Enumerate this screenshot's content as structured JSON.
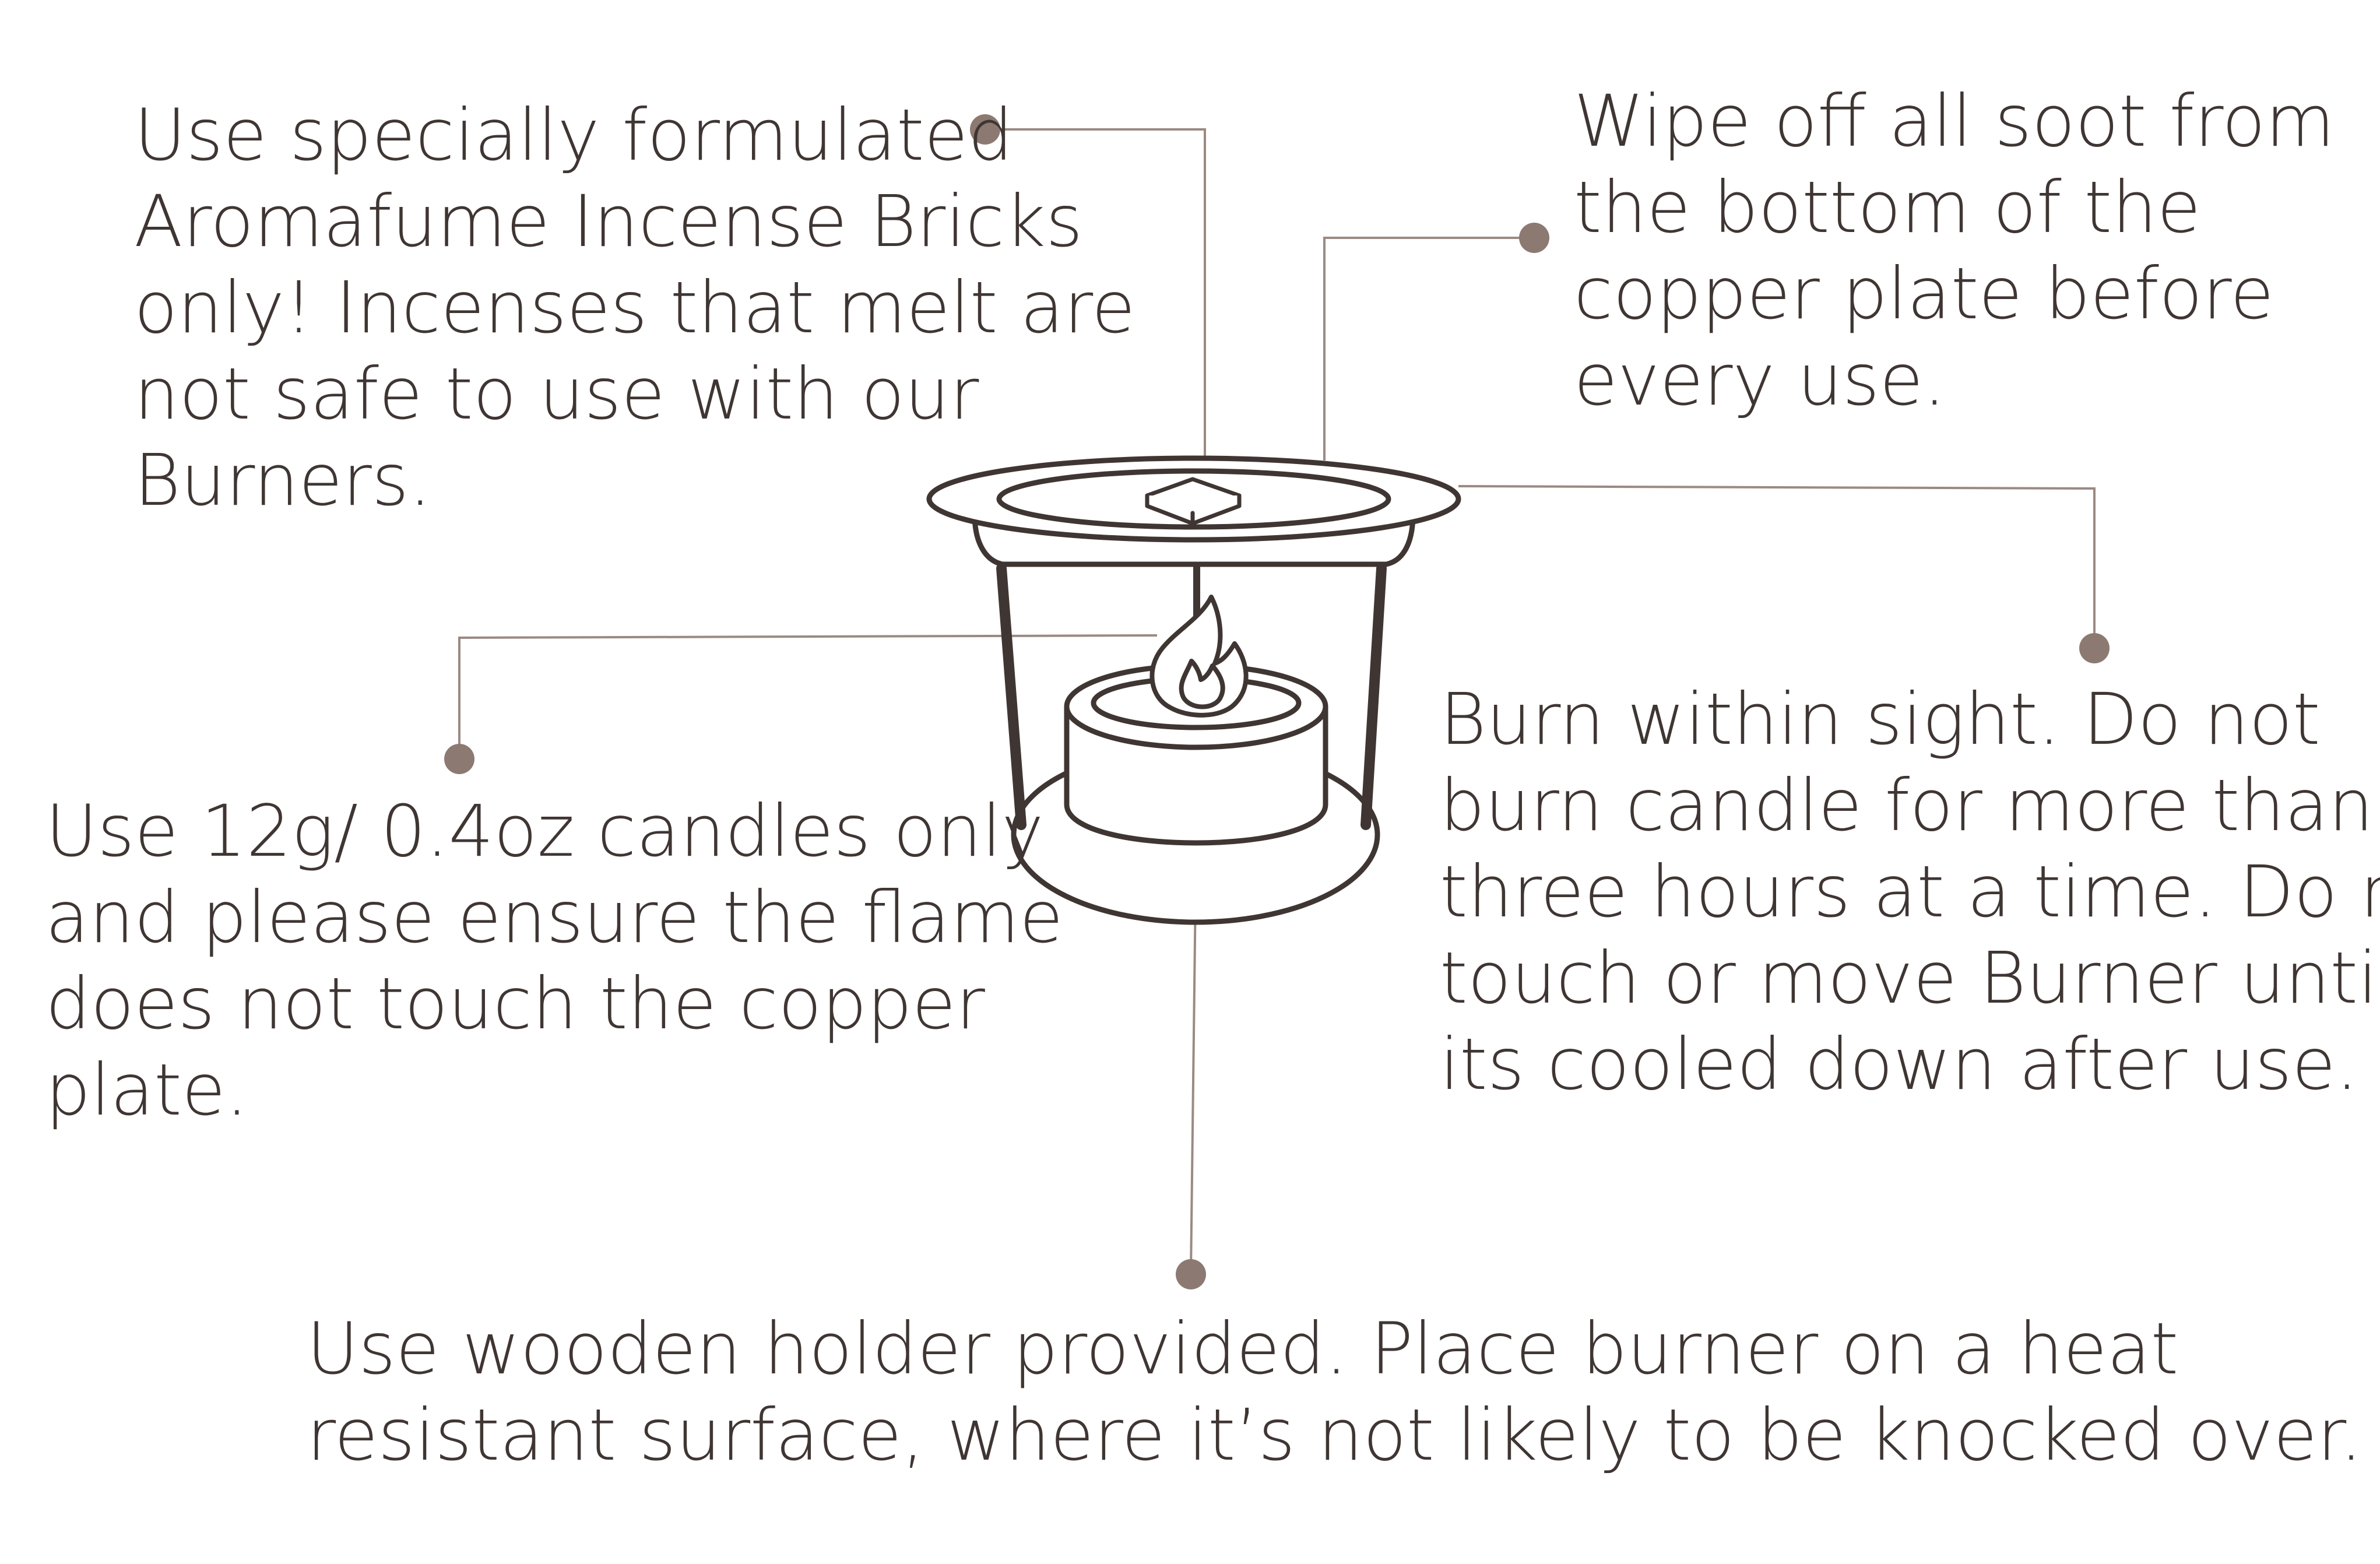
{
  "colors": {
    "text": "#3f3633",
    "outline": "#3f3633",
    "leader_line": "#9b8a82",
    "leader_dot": "#8c7a72",
    "background": "#ffffff"
  },
  "icons": {
    "burner": "incense-burner-icon",
    "flame": "flame-icon",
    "brick": "incense-brick-icon"
  },
  "notes": {
    "incense": {
      "lines": [
        "Use specially formulated",
        "Aromafume Incense Bricks",
        "only! Incenses that melt are",
        "not safe to use with our",
        "Burners."
      ]
    },
    "soot": {
      "lines": [
        "Wipe off all soot from",
        "the bottom of the",
        "copper plate before",
        "every use."
      ]
    },
    "candle": {
      "lines": [
        "Use 12g/ 0.4oz candles only",
        "and please ensure the flame",
        "does not touch the copper",
        "plate."
      ]
    },
    "sight": {
      "lines": [
        "Burn within sight. Do not",
        "burn candle for more than",
        "three hours at a time. Do not",
        "touch or move Burner until",
        "its cooled down after use."
      ]
    },
    "holder": {
      "lines": [
        "Use wooden holder provided. Place burner on a heat",
        "resistant surface, where it’s not likely to be knocked over."
      ]
    }
  }
}
